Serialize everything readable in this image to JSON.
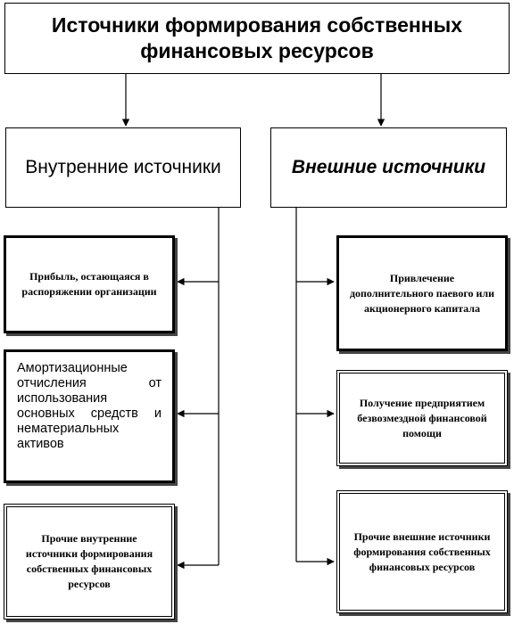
{
  "title": "Источники формирования собственных финансовых ресурсов",
  "categories": {
    "internal": "Внутренние источники",
    "external": "Внешние источники"
  },
  "internal_items": [
    "Прибыль, остающаяся в распоряжении организации",
    "Амортизационные отчисления от использования основных средств и нематериальных активов",
    "Прочие внутренние источники формирования собственных финансовых ресурсов"
  ],
  "external_items": [
    "Привлечение дополнительного паевого или акционерного капитала",
    "Получение предприятием безвозмездной финансовой помощи",
    "Прочие внешние источники формирования собственных финансовых ресурсов"
  ]
}
